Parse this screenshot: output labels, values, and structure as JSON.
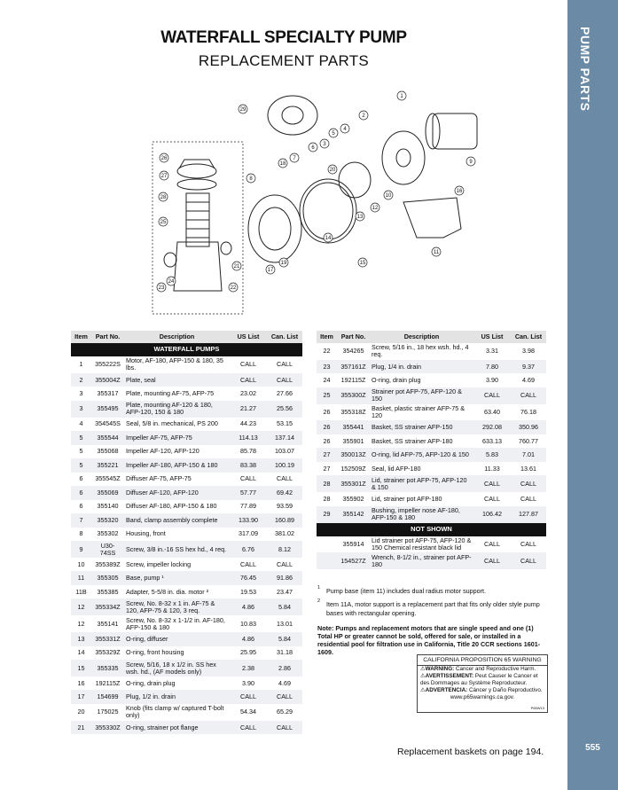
{
  "header": {
    "title": "WATERFALL SPECIALTY PUMP",
    "subtitle": "REPLACEMENT PARTS"
  },
  "sidebar": {
    "label": "PUMP PARTS",
    "page_number": "555"
  },
  "diagram": {
    "callouts": [
      "1",
      "2",
      "3",
      "4",
      "5",
      "6",
      "7",
      "8",
      "9",
      "10",
      "11",
      "12",
      "13",
      "14",
      "15",
      "16",
      "17",
      "18",
      "19",
      "20",
      "21",
      "22",
      "23",
      "24",
      "25",
      "26",
      "27",
      "28",
      "29"
    ]
  },
  "columns": {
    "item": "Item",
    "part": "Part No.",
    "desc": "Description",
    "list": "US List",
    "can": "Can. List"
  },
  "left_table": {
    "section": "WATERFALL PUMPS",
    "rows": [
      {
        "item": "1",
        "part": "355222S",
        "desc": "Motor, AF-180, AFP-150 & 180, 35 lbs.",
        "list": "CALL",
        "can": "CALL"
      },
      {
        "item": "2",
        "part": "355004Z",
        "desc": "Plate, seal",
        "list": "CALL",
        "can": "CALL"
      },
      {
        "item": "3",
        "part": "355317",
        "desc": "Plate, mounting AF-75, AFP-75",
        "list": "23.02",
        "can": "27.66"
      },
      {
        "item": "3",
        "part": "355495",
        "desc": "Plate, mounting AF-120 & 180, AFP-120, 150 & 180",
        "list": "21.27",
        "can": "25.56"
      },
      {
        "item": "4",
        "part": "354545S",
        "desc": "Seal, 5/8 in. mechanical, PS 200",
        "list": "44.23",
        "can": "53.15"
      },
      {
        "item": "5",
        "part": "355544",
        "desc": "Impeller AF-75, AFP-75",
        "list": "114.13",
        "can": "137.14"
      },
      {
        "item": "5",
        "part": "355068",
        "desc": "Impeller AF-120, AFP-120",
        "list": "85.78",
        "can": "103.07"
      },
      {
        "item": "5",
        "part": "355221",
        "desc": "Impeller AF-180, AFP-150 & 180",
        "list": "83.38",
        "can": "100.19"
      },
      {
        "item": "6",
        "part": "355545Z",
        "desc": "Diffuser AF-75, AFP-75",
        "list": "CALL",
        "can": "CALL"
      },
      {
        "item": "6",
        "part": "355069",
        "desc": "Diffuser AF-120, AFP-120",
        "list": "57.77",
        "can": "69.42"
      },
      {
        "item": "6",
        "part": "355140",
        "desc": "Diffuser AF-180, AFP-150 & 180",
        "list": "77.89",
        "can": "93.59"
      },
      {
        "item": "7",
        "part": "355320",
        "desc": "Band, clamp assembly complete",
        "list": "133.90",
        "can": "160.89"
      },
      {
        "item": "8",
        "part": "355302",
        "desc": "Housing, front",
        "list": "317.09",
        "can": "381.02"
      },
      {
        "item": "9",
        "part": "U30-74SS",
        "desc": "Screw, 3/8 in.-16 SS hex hd., 4 req.",
        "list": "6.76",
        "can": "8.12"
      },
      {
        "item": "10",
        "part": "355389Z",
        "desc": "Screw, impeller locking",
        "list": "CALL",
        "can": "CALL"
      },
      {
        "item": "11",
        "part": "355305",
        "desc": "Base, pump ¹",
        "list": "76.45",
        "can": "91.86"
      },
      {
        "item": "11B",
        "part": "355385",
        "desc": "Adapter, 5-5/8 in. dia. motor ²",
        "list": "19.53",
        "can": "23.47"
      },
      {
        "item": "12",
        "part": "355334Z",
        "desc": "Screw, No. 8-32 x 1 in. AF-75 & 120, AFP-75 & 120, 3 req.",
        "list": "4.86",
        "can": "5.84"
      },
      {
        "item": "12",
        "part": "355141",
        "desc": "Screw, No. 8-32 x 1-1/2 in. AF-180, AFP-150 & 180",
        "list": "10.83",
        "can": "13.01"
      },
      {
        "item": "13",
        "part": "355331Z",
        "desc": "O-ring, diffuser",
        "list": "4.86",
        "can": "5.84"
      },
      {
        "item": "14",
        "part": "355329Z",
        "desc": "O-ring, front housing",
        "list": "25.95",
        "can": "31.18"
      },
      {
        "item": "15",
        "part": "355335",
        "desc": "Screw, 5/16, 18 x 1/2 in. SS hex wsh. hd., (AF models only)",
        "list": "2.38",
        "can": "2.86"
      },
      {
        "item": "16",
        "part": "192115Z",
        "desc": "O-ring, drain plug",
        "list": "3.90",
        "can": "4.69"
      },
      {
        "item": "17",
        "part": "154699",
        "desc": "Plug, 1/2 in. drain",
        "list": "CALL",
        "can": "CALL"
      },
      {
        "item": "20",
        "part": "175025",
        "desc": "Knob (fits clamp w/ captured T-bolt only)",
        "list": "54.34",
        "can": "65.29"
      },
      {
        "item": "21",
        "part": "355330Z",
        "desc": "O-ring, strainer pot flange",
        "list": "CALL",
        "can": "CALL"
      }
    ]
  },
  "right_table": {
    "rows": [
      {
        "item": "22",
        "part": "354265",
        "desc": "Screw, 5/16 in., 18 hex wsh. hd., 4 req.",
        "list": "3.31",
        "can": "3.98"
      },
      {
        "item": "23",
        "part": "357161Z",
        "desc": "Plug, 1/4 in. drain",
        "list": "7.80",
        "can": "9.37"
      },
      {
        "item": "24",
        "part": "192115Z",
        "desc": "O-ring, drain plug",
        "list": "3.90",
        "can": "4.69"
      },
      {
        "item": "25",
        "part": "355300Z",
        "desc": "Strainer pot AFP-75, AFP-120 & 150",
        "list": "CALL",
        "can": "CALL"
      },
      {
        "item": "26",
        "part": "355318Z",
        "desc": "Basket, plastic strainer AFP-75 & 120",
        "list": "63.40",
        "can": "76.18"
      },
      {
        "item": "26",
        "part": "355441",
        "desc": "Basket, SS strainer AFP-150",
        "list": "292.08",
        "can": "350.96"
      },
      {
        "item": "26",
        "part": "355901",
        "desc": "Basket, SS strainer AFP-180",
        "list": "633.13",
        "can": "760.77"
      },
      {
        "item": "27",
        "part": "350013Z",
        "desc": "O-ring, lid AFP-75, AFP-120 & 150",
        "list": "5.83",
        "can": "7.01"
      },
      {
        "item": "27",
        "part": "152509Z",
        "desc": "Seal, lid AFP-180",
        "list": "11.33",
        "can": "13.61"
      },
      {
        "item": "28",
        "part": "355301Z",
        "desc": "Lid, strainer pot AFP-75, AFP-120 & 150",
        "list": "CALL",
        "can": "CALL"
      },
      {
        "item": "28",
        "part": "355902",
        "desc": "Lid, strainer pot AFP-180",
        "list": "CALL",
        "can": "CALL"
      },
      {
        "item": "29",
        "part": "355142",
        "desc": "Bushing, impeller nose AF-180, AFP-150 & 180",
        "list": "106.42",
        "can": "127.87"
      }
    ],
    "section": "NOT SHOWN",
    "rows2": [
      {
        "item": "",
        "part": "355914",
        "desc": "Lid strainer pot AFP-75, AFP-120 & 150 Chemical resistant black lid",
        "list": "CALL",
        "can": "CALL"
      },
      {
        "item": "",
        "part": "154527Z",
        "desc": "Wrench, 8-1/2 in., strainer pot AFP-180",
        "list": "CALL",
        "can": "CALL"
      }
    ]
  },
  "notes": {
    "n1_mark": "1",
    "n1": "Pump base (item 11) includes dual radius motor support.",
    "n2_mark": "2",
    "n2": "Item 11A, motor support is a replacement part that fits only older style pump bases with rectangular opening.",
    "warning": "Note: Pumps and replacement motors that are single speed and one (1) Total HP or greater cannot be sold, offered for sale, or installed in a residential pool for filtration use in California, Title 20 CCR sections 1601-1609."
  },
  "prop65": {
    "header": "CALIFORNIA PROPOSITION 65 WARNING",
    "w1_label": "WARNING:",
    "w1": "Cancer and Reproductive Harm.",
    "w2_label": "AVERTISSEMENT:",
    "w2": "Peut Causer le Cancer et des Dommages au Système Reproducteur.",
    "w3_label": "ADVERTENCIA:",
    "w3": "Cáncer y Daño Reproductivo.",
    "url": "www.p65warnings.ca.gov.",
    "code": "P65W13"
  },
  "footer": {
    "text": "Replacement baskets on page 194."
  }
}
